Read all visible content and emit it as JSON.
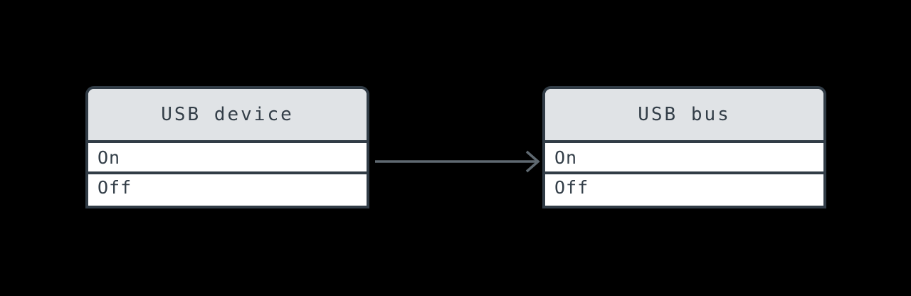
{
  "diagram": {
    "background": "#000000",
    "nodes": [
      {
        "id": "usb-device",
        "title": "USB device",
        "rows": [
          "On",
          "Off"
        ]
      },
      {
        "id": "usb-bus",
        "title": "USB bus",
        "rows": [
          "On",
          "Off"
        ]
      }
    ],
    "edge": {
      "from": "usb-device",
      "from_row": "On",
      "to": "usb-bus",
      "to_row": "On",
      "direction": "right",
      "style": "open-chevron-arrowhead"
    },
    "colors": {
      "border": "#313c46",
      "header_bg": "#e0e3e6",
      "row_bg": "#ffffff",
      "text": "#333e48",
      "arrow": "#5f6971",
      "background": "#000000"
    }
  }
}
